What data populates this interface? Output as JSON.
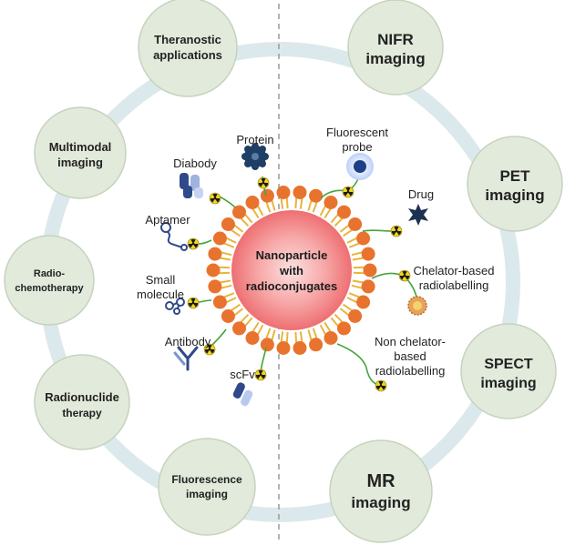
{
  "center": {
    "line1": "Nanoparticle",
    "line2": "with",
    "line3": "radioconjugates"
  },
  "ring_nodes": {
    "theranostic": [
      "Theranostic",
      "applications"
    ],
    "multimodal": [
      "Multimodal",
      "imaging"
    ],
    "radiochemo": [
      "Radio-",
      "chemotherapy"
    ],
    "radionuclide": [
      "Radionuclide",
      "therapy"
    ],
    "fluorescence": [
      "Fluorescence",
      "imaging"
    ],
    "nifr": [
      "NIFR",
      "imaging"
    ],
    "pet": [
      "PET",
      "imaging"
    ],
    "spect": [
      "SPECT",
      "imaging"
    ],
    "mr": [
      "MR",
      "imaging"
    ]
  },
  "ligands": {
    "protein": [
      "Protein"
    ],
    "diabody": [
      "Diabody"
    ],
    "aptamer": [
      "Aptamer"
    ],
    "small_molecule": [
      "Small",
      "molecule"
    ],
    "antibody": [
      "Antibody"
    ],
    "scfv": [
      "scFv"
    ],
    "fluorescent_probe": [
      "Fluorescent",
      "probe"
    ],
    "drug": [
      "Drug"
    ],
    "chelator": [
      "Chelator-based",
      "radiolabelling"
    ],
    "non_chelator": [
      "Non chelator-",
      "based",
      "radiolabelling"
    ]
  },
  "colors": {
    "ring": "#dce9ec",
    "node_fill": "#e2eadb",
    "node_stroke": "#c5d3bd",
    "bead": "#e8732e",
    "tail": "#e9b43c",
    "core": "#f27c7e",
    "linker": "#49a33c",
    "radio": "#f2d61c"
  }
}
